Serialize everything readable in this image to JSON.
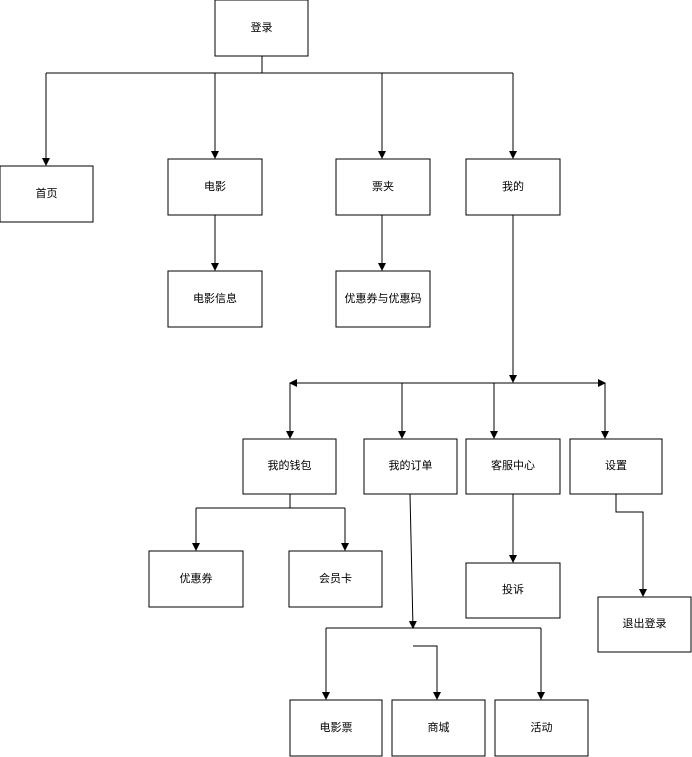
{
  "nodes": {
    "login": "登录",
    "home": "首页",
    "movie": "电影",
    "ticket_folder": "票夹",
    "mine": "我的",
    "movie_info": "电影信息",
    "coupon_code": "优惠券与优惠码",
    "my_wallet": "我的钱包",
    "my_orders": "我的订单",
    "customer_service": "客服中心",
    "settings": "设置",
    "coupon": "优惠券",
    "member_card": "会员卡",
    "complaint": "投诉",
    "logout": "退出登录",
    "movie_ticket": "电影票",
    "mall": "商城",
    "activity": "活动"
  },
  "edges": [
    [
      "login",
      "home"
    ],
    [
      "login",
      "movie"
    ],
    [
      "login",
      "ticket_folder"
    ],
    [
      "login",
      "mine"
    ],
    [
      "movie",
      "movie_info"
    ],
    [
      "ticket_folder",
      "coupon_code"
    ],
    [
      "mine",
      "my_wallet"
    ],
    [
      "mine",
      "my_orders"
    ],
    [
      "mine",
      "customer_service"
    ],
    [
      "mine",
      "settings"
    ],
    [
      "my_wallet",
      "coupon"
    ],
    [
      "my_wallet",
      "member_card"
    ],
    [
      "customer_service",
      "complaint"
    ],
    [
      "settings",
      "logout"
    ],
    [
      "my_orders",
      "movie_ticket"
    ],
    [
      "my_orders",
      "mall"
    ],
    [
      "my_orders",
      "activity"
    ]
  ]
}
